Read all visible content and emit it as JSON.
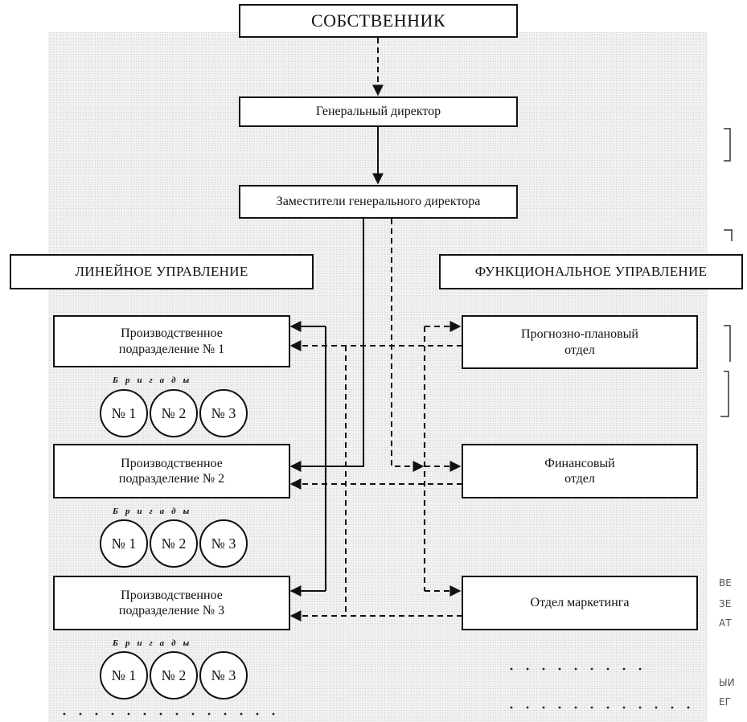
{
  "owner": {
    "label": "СОБСТВЕННИК"
  },
  "general_director": {
    "label": "Генеральный директор"
  },
  "deputies": {
    "label": "Заместители генерального директора"
  },
  "linear_header": {
    "label": "ЛИНЕЙНОЕ УПРАВЛЕНИЕ"
  },
  "functional_header": {
    "label": "ФУНКЦИОНАЛЬНОЕ УПРАВЛЕНИЕ"
  },
  "units": [
    {
      "line1": "Производственное",
      "line2": "подразделение № 1"
    },
    {
      "line1": "Производственное",
      "line2": "подразделение № 2"
    },
    {
      "line1": "Производственное",
      "line2": "подразделение № 3"
    }
  ],
  "brigades_label": "Бригады",
  "brigades": [
    "№ 1",
    "№ 2",
    "№ 3"
  ],
  "departments": [
    {
      "line1": "Прогнозно-плановый",
      "line2": "отдел"
    },
    {
      "line1": "Финансовый",
      "line2": "отдел"
    },
    {
      "line1": "Отдел маркетинга",
      "line2": ""
    }
  ],
  "edge_fragments": [
    "ВЕ",
    "ЗЕ",
    "АТ",
    "ЫИ",
    "ЕГ"
  ]
}
